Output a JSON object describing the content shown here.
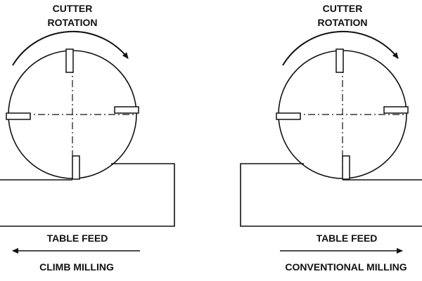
{
  "left_panel": {
    "rotation_label_line1": "CUTTER",
    "rotation_label_line2": "ROTATION",
    "feed_label": "TABLE FEED",
    "caption": "CLIMB MILLING",
    "feed_direction": "left"
  },
  "right_panel": {
    "rotation_label_line1": "CUTTER",
    "rotation_label_line2": "ROTATION",
    "feed_label": "TABLE FEED",
    "caption": "CONVENTIONAL MILLING",
    "feed_direction": "right"
  },
  "colors": {
    "ink": "#111111",
    "background": "#ffffff"
  }
}
